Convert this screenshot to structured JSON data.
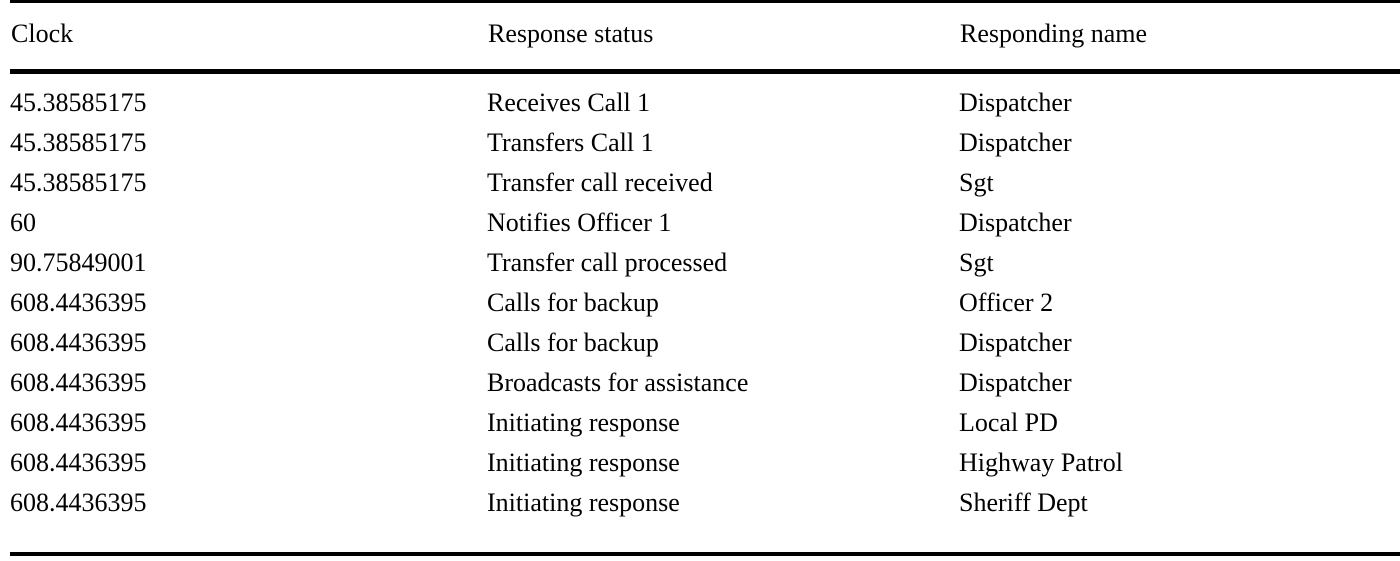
{
  "table": {
    "columns": [
      {
        "key": "clock",
        "label": "Clock"
      },
      {
        "key": "status",
        "label": "Response status"
      },
      {
        "key": "name",
        "label": "Responding name"
      }
    ],
    "rows": [
      {
        "clock": "45.38585175",
        "status": "Receives Call 1",
        "name": "Dispatcher"
      },
      {
        "clock": "45.38585175",
        "status": "Transfers Call 1",
        "name": "Dispatcher"
      },
      {
        "clock": "45.38585175",
        "status": "Transfer call received",
        "name": "Sgt"
      },
      {
        "clock": "60",
        "status": "Notifies Officer 1",
        "name": "Dispatcher"
      },
      {
        "clock": "90.75849001",
        "status": "Transfer call processed",
        "name": "Sgt"
      },
      {
        "clock": "608.4436395",
        "status": "Calls for backup",
        "name": "Officer 2"
      },
      {
        "clock": "608.4436395",
        "status": "Calls for backup",
        "name": "Dispatcher"
      },
      {
        "clock": "608.4436395",
        "status": "Broadcasts for assistance",
        "name": "Dispatcher"
      },
      {
        "clock": "608.4436395",
        "status": "Initiating response",
        "name": "Local PD"
      },
      {
        "clock": "608.4436395",
        "status": "Initiating response",
        "name": "Highway Patrol"
      },
      {
        "clock": "608.4436395",
        "status": "Initiating response",
        "name": "Sheriff Dept"
      }
    ]
  },
  "style": {
    "text_color": "#000000",
    "background_color": "#ffffff",
    "rule_color": "#000000"
  }
}
